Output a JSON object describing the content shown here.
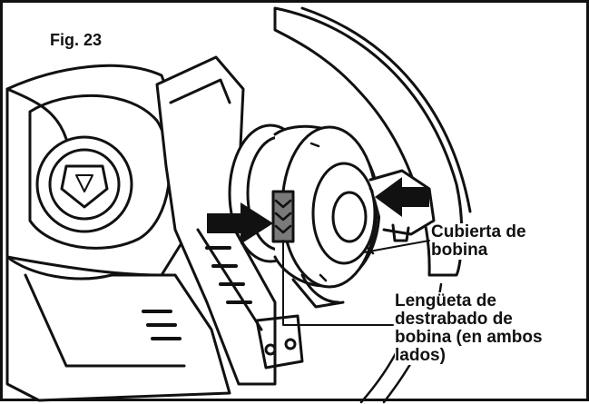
{
  "figure": {
    "label": "Fig. 23"
  },
  "callouts": {
    "spool_cover": {
      "lines": [
        "Cubierta de",
        "bobina"
      ]
    },
    "spool_release_tab": {
      "lines": [
        "Lengüeta de",
        "destrabado de",
        "bobina (en ambos",
        "lados)"
      ]
    }
  },
  "colors": {
    "ink": "#111111",
    "fill": "#ffffff",
    "shade": "#7a7a7a"
  },
  "icons": {
    "left_arrow": "arrow-right-icon",
    "right_arrow": "arrow-left-icon"
  }
}
